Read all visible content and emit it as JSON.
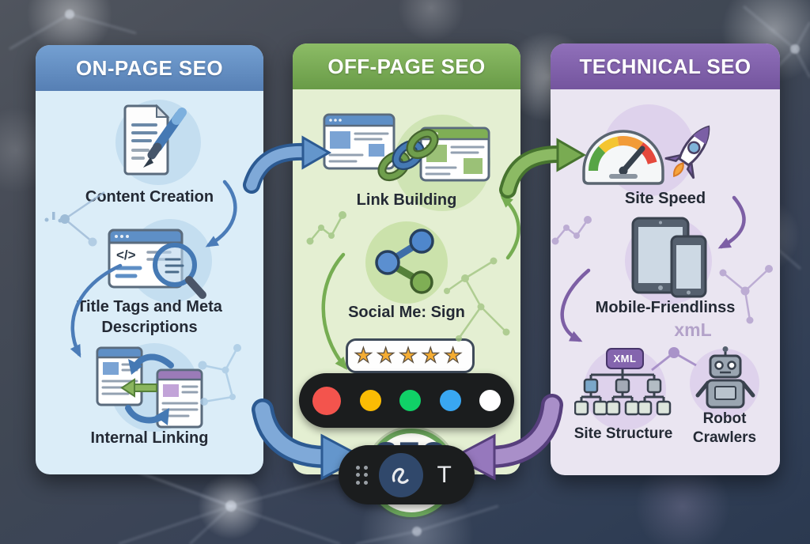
{
  "infographic": {
    "columns": [
      {
        "title": "ON-PAGE SEO",
        "accent": "#5f8cc0",
        "items": [
          {
            "label": "Content Creation",
            "icon": "document-pen-icon"
          },
          {
            "label": "Title Tags and Meta Descriptions",
            "icon": "browser-magnifier-icon"
          },
          {
            "label": "Internal Linking",
            "icon": "linked-pages-icon"
          }
        ]
      },
      {
        "title": "OFF-PAGE SEO",
        "accent": "#7dae5c",
        "items": [
          {
            "label": "Link Building",
            "icon": "chain-links-icon"
          },
          {
            "label": "Social Me: Sign",
            "icon": "share-icon"
          },
          {
            "label": "",
            "icon": "star-rating-icon",
            "stars": "★★★★★"
          }
        ],
        "badge": "SEO"
      },
      {
        "title": "TECHNICAL SEO",
        "accent": "#8465ae",
        "items": [
          {
            "label": "Site Speed",
            "icon": "speedometer-rocket-icon"
          },
          {
            "label": "Mobile-Friendlinss",
            "icon": "tablet-phone-icon"
          },
          {
            "label": "Site Structure",
            "icon": "sitemap-tree-icon",
            "badge": "XML"
          },
          {
            "label": "Robot Crawlers",
            "icon": "robot-icon"
          }
        ],
        "watermark": "xmL"
      }
    ]
  },
  "markup_toolbar": {
    "palette": {
      "colors": [
        {
          "name": "red",
          "hex": "#F3544D",
          "selected": true
        },
        {
          "name": "yellow",
          "hex": "#FBBC04",
          "selected": false
        },
        {
          "name": "green",
          "hex": "#10D167",
          "selected": false
        },
        {
          "name": "blue",
          "hex": "#39A7F2",
          "selected": false
        },
        {
          "name": "white",
          "hex": "#FFFFFF",
          "selected": false
        }
      ]
    },
    "tools": {
      "pen_selected_color": "#30486B",
      "text_tool_label": "T"
    }
  }
}
